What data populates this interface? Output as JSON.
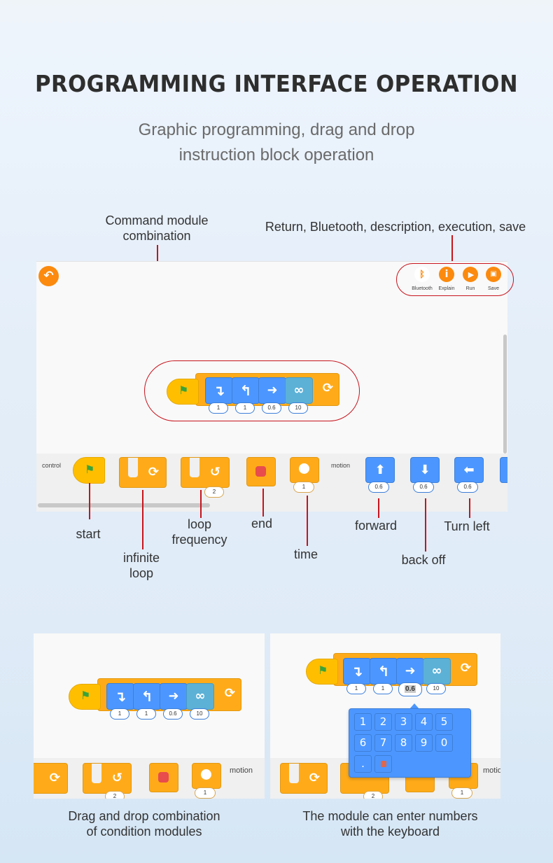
{
  "header": {
    "title": "PROGRAMMING INTERFACE OPERATION",
    "subtitle_line1": "Graphic programming, drag and drop",
    "subtitle_line2": "instruction block operation"
  },
  "annotations": {
    "command_module_line1": "Command module",
    "command_module_line2": "combination",
    "toolbar_note": "Return, Bluetooth, description, execution, save",
    "start": "start",
    "infinite_loop_line1": "infinite",
    "infinite_loop_line2": "loop",
    "loop_frequency_line1": "loop",
    "loop_frequency_line2": "frequency",
    "end": "end",
    "time": "time",
    "forward": "forward",
    "back_off": "back off",
    "turn_left": "Turn left"
  },
  "app": {
    "back_icon": "return-icon",
    "toolbar": [
      {
        "label": "Bluetooth",
        "icon": "bluetooth-icon"
      },
      {
        "label": "Explain",
        "icon": "info-icon"
      },
      {
        "label": "Run",
        "icon": "play-icon"
      },
      {
        "label": "Save",
        "icon": "save-icon"
      }
    ],
    "program": {
      "blocks": [
        {
          "type": "start",
          "icon": "flag-icon"
        },
        {
          "type": "turn-right",
          "icon": "turn-right-arrow-icon",
          "value": "1"
        },
        {
          "type": "turn-left",
          "icon": "turn-left-arrow-icon",
          "value": "1"
        },
        {
          "type": "right",
          "icon": "right-arrow-icon",
          "value": "0.6"
        },
        {
          "type": "loop",
          "icon": "infinity-icon",
          "value": "10"
        },
        {
          "type": "repeat",
          "icon": "repeat-icon"
        }
      ]
    },
    "palette": {
      "control_label": "control",
      "motion_label": "motion",
      "control_blocks": [
        {
          "name": "start",
          "icon": "flag-icon"
        },
        {
          "name": "infinite-loop",
          "icon": "repeat-icon"
        },
        {
          "name": "loop-frequency",
          "icon": "loop-back-icon",
          "value": "2"
        },
        {
          "name": "end",
          "icon": "stop-icon"
        },
        {
          "name": "time",
          "icon": "timer-icon",
          "value": "1"
        }
      ],
      "motion_blocks": [
        {
          "name": "forward",
          "icon": "up-arrow-icon",
          "value": "0.6"
        },
        {
          "name": "back-off",
          "icon": "down-arrow-icon",
          "value": "0.6"
        },
        {
          "name": "turn-left",
          "icon": "left-arrow-icon",
          "value": "0.6"
        }
      ]
    }
  },
  "keypad": {
    "selected_value": "0.6",
    "keys": [
      "1",
      "2",
      "3",
      "4",
      "5",
      "6",
      "7",
      "8",
      "9",
      "0",
      "."
    ],
    "delete_icon": "trash-icon"
  },
  "captions": {
    "left_line1": "Drag and drop combination",
    "left_line2": "of condition modules",
    "right_line1": "The module can enter numbers",
    "right_line2": "with the keyboard"
  },
  "colors": {
    "accent_orange": "#fb8a0e",
    "block_orange": "#ffab19",
    "block_blue": "#4c97ff",
    "block_cyan": "#5cb1d6",
    "hat_yellow": "#ffbf00",
    "annotation_red": "#c6141c"
  }
}
